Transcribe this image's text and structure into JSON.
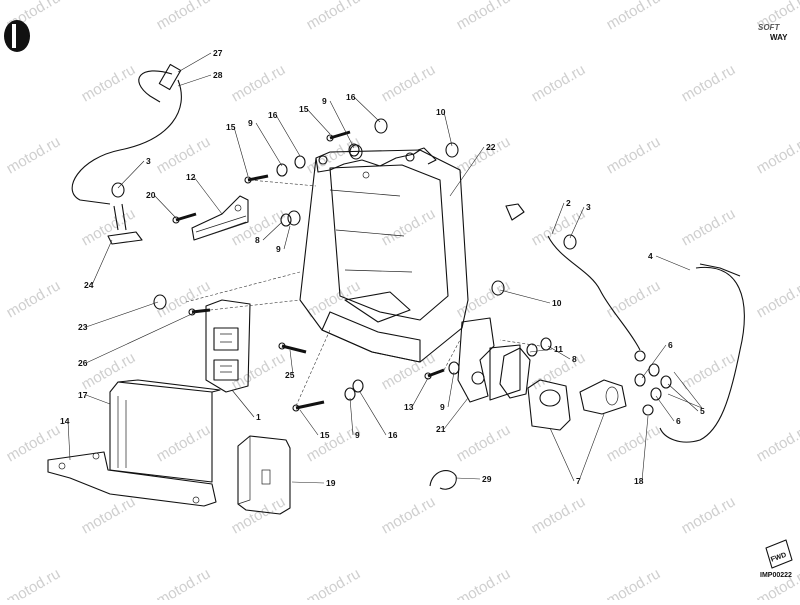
{
  "watermark": "motod.ru",
  "logo": {
    "line1": "SOFT",
    "line2": "WAY"
  },
  "drawing_code": "IMP00222",
  "fwd_label": "FWD",
  "callouts": {
    "c27": "27",
    "c28": "28",
    "c15a": "15",
    "c9a": "9",
    "c16a": "16",
    "c15b": "15",
    "c9b": "9",
    "c16b": "16",
    "c10a": "10",
    "c22": "22",
    "c3a": "3",
    "c12": "12",
    "c20": "20",
    "c8a": "8",
    "c9c": "9",
    "c24": "24",
    "c2": "2",
    "c3b": "3",
    "c4": "4",
    "c10b": "10",
    "c23": "23",
    "c26": "26",
    "c25": "25",
    "c1": "1",
    "c17": "17",
    "c14": "14",
    "c15c": "15",
    "c9d": "9",
    "c16c": "16",
    "c13": "13",
    "c9e": "9",
    "c21": "21",
    "c11": "11",
    "c8b": "8",
    "c6a": "6",
    "c5": "5",
    "c6b": "6",
    "c7": "7",
    "c18": "18",
    "c19": "19",
    "c29": "29"
  }
}
